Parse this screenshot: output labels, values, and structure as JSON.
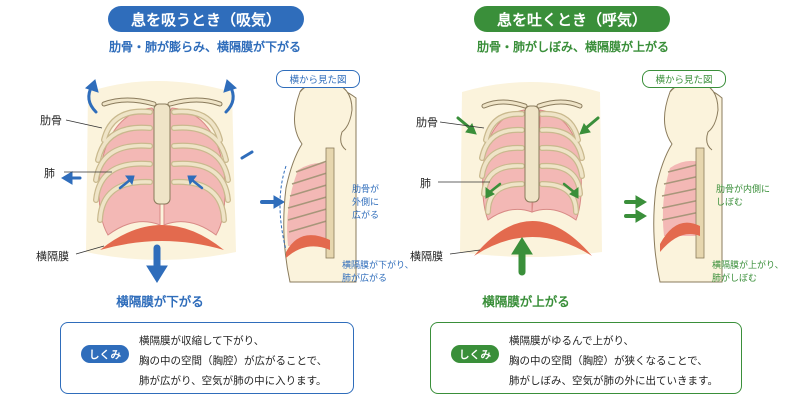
{
  "colors": {
    "blue": "#2f6dbb",
    "green": "#3a8f3a",
    "bone": "#efe4c7",
    "boneLine": "#8a7b5c",
    "lung": "#f3b8b5",
    "diaphragm": "#e36a4e"
  },
  "inhale": {
    "title": "息を吸うとき（吸気）",
    "subtitle": "肋骨・肺が膨らみ、横隔膜が下がる",
    "label_rib": "肋骨",
    "label_lung": "肺",
    "label_diaphragm": "横隔膜",
    "side_view": "横から見た図",
    "side_note_1": [
      "肋骨が",
      "外側に",
      "広がる"
    ],
    "side_note_2": [
      "横隔膜が下がり、",
      "肺が広がる"
    ],
    "caption": "横隔膜が下がる",
    "box_tag": "しくみ",
    "box_lines": [
      "横隔膜が収縮して下がり、",
      "胸の中の空間（胸腔）が広がることで、",
      "肺が広がり、空気が肺の中に入ります。"
    ]
  },
  "exhale": {
    "title": "息を吐くとき（呼気）",
    "subtitle": "肋骨・肺がしぼみ、横隔膜が上がる",
    "label_rib": "肋骨",
    "label_lung": "肺",
    "label_diaphragm": "横隔膜",
    "side_view": "横から見た図",
    "side_note_1": [
      "肋骨が内側に",
      "しぼむ"
    ],
    "side_note_2": [
      "横隔膜が上がり、",
      "肺がしぼむ"
    ],
    "caption": "横隔膜が上がる",
    "box_tag": "しくみ",
    "box_lines": [
      "横隔膜がゆるんで上がり、",
      "胸の中の空間（胸腔）が狭くなることで、",
      "肺がしぼみ、空気が肺の外に出ていきます。"
    ]
  }
}
